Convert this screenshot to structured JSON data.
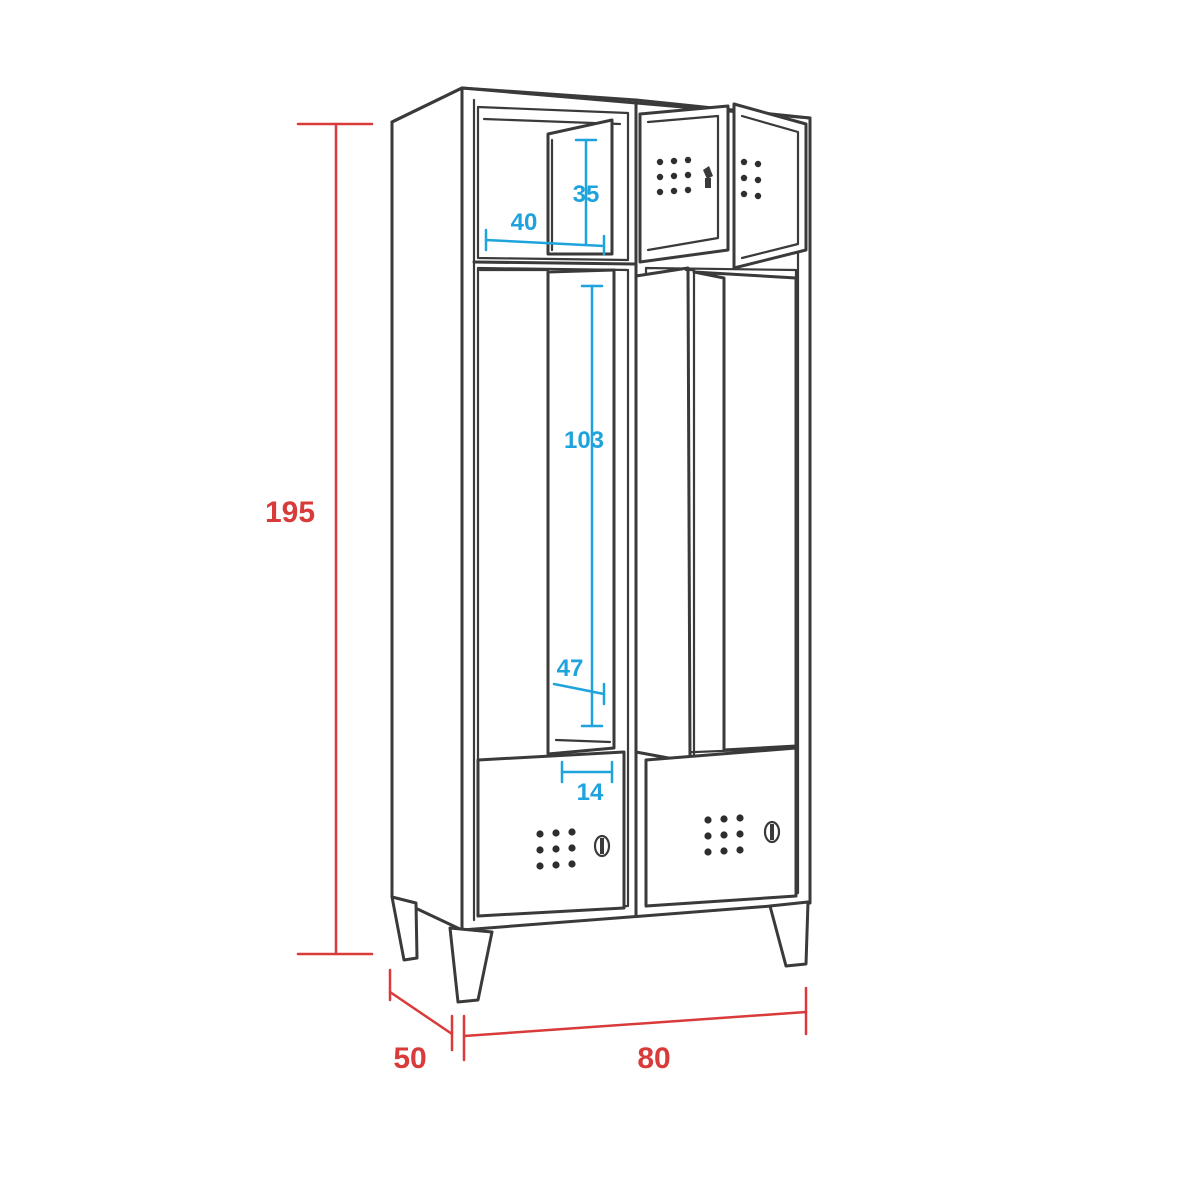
{
  "dimensions": {
    "height": "195",
    "depth": "50",
    "width": "80",
    "compartment_top_height": "35",
    "compartment_top_width": "40",
    "compartment_main_height": "103",
    "compartment_bottom_width": "47",
    "compartment_bottom_depth": "14"
  },
  "colors": {
    "outer_dimension": "#d93a3a",
    "inner_dimension": "#1fa3dc",
    "outline": "#3a3a3a"
  }
}
